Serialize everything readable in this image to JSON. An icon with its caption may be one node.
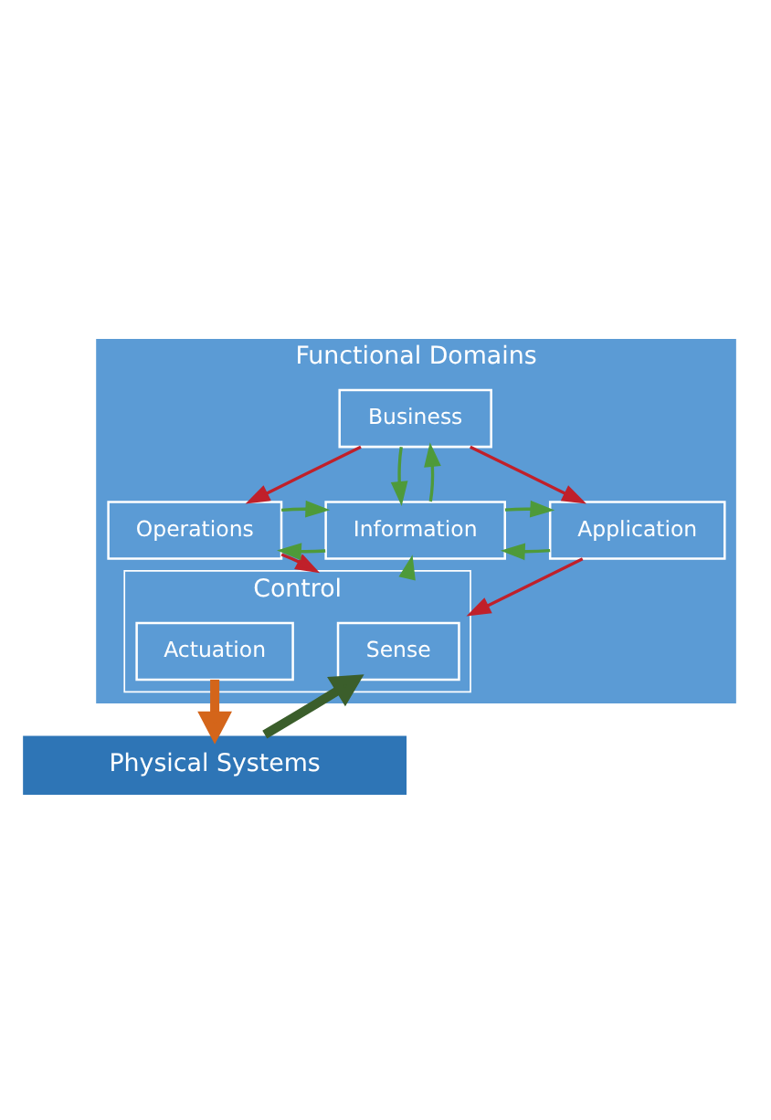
{
  "diagram": {
    "nodes": [
      {
        "text": [
          "Functional Domains"
        ]
      },
      {
        "text": [
          "Business"
        ],
        "in": 0
      },
      {
        "text": [
          "Operations"
        ],
        "in": 0
      },
      {
        "text": [
          "Information"
        ],
        "in": 0
      },
      {
        "text": [
          "Application"
        ],
        "in": 0
      },
      {
        "text": [
          "Control"
        ],
        "in": 0
      },
      {
        "text": [
          "Sense"
        ],
        "in": 5
      },
      {
        "text": [
          "Actuation"
        ],
        "in": 5
      },
      {
        "text": [
          "Physical Systems"
        ]
      }
    ],
    "edges": [
      {
        "from": 1,
        "to": 2,
        "arrow": "to",
        "color": "#c0202a"
      },
      {
        "from": 1,
        "to": 4,
        "arrow": "to",
        "color": "#c0202a"
      },
      {
        "from": 3,
        "to": 1,
        "arrow": "to"
      },
      {
        "from": 1,
        "to": 3,
        "arrow": "to"
      },
      {
        "from": 3,
        "to": 2,
        "arrow": "to"
      },
      {
        "from": 4,
        "to": 3,
        "arrow": "to"
      },
      {
        "from": 2,
        "to": 3,
        "arrow": "to"
      },
      {
        "from": 3,
        "to": 4,
        "arrow": "to"
      },
      {
        "from": 5,
        "to": 3,
        "arrow": "to"
      },
      {
        "from": 2,
        "to": 5,
        "arrow": "to",
        "color": "#c0202a"
      },
      {
        "from": 4,
        "to": 5,
        "arrow": "to",
        "color": "#c0202a"
      },
      {
        "from": 8,
        "to": 6,
        "arrow": "to",
        "style": "thick",
        "color": "#3b5e2b"
      },
      {
        "from": 7,
        "to": 8,
        "arrow": "to",
        "style": "thick",
        "color": "#d4651a"
      }
    ]
  }
}
